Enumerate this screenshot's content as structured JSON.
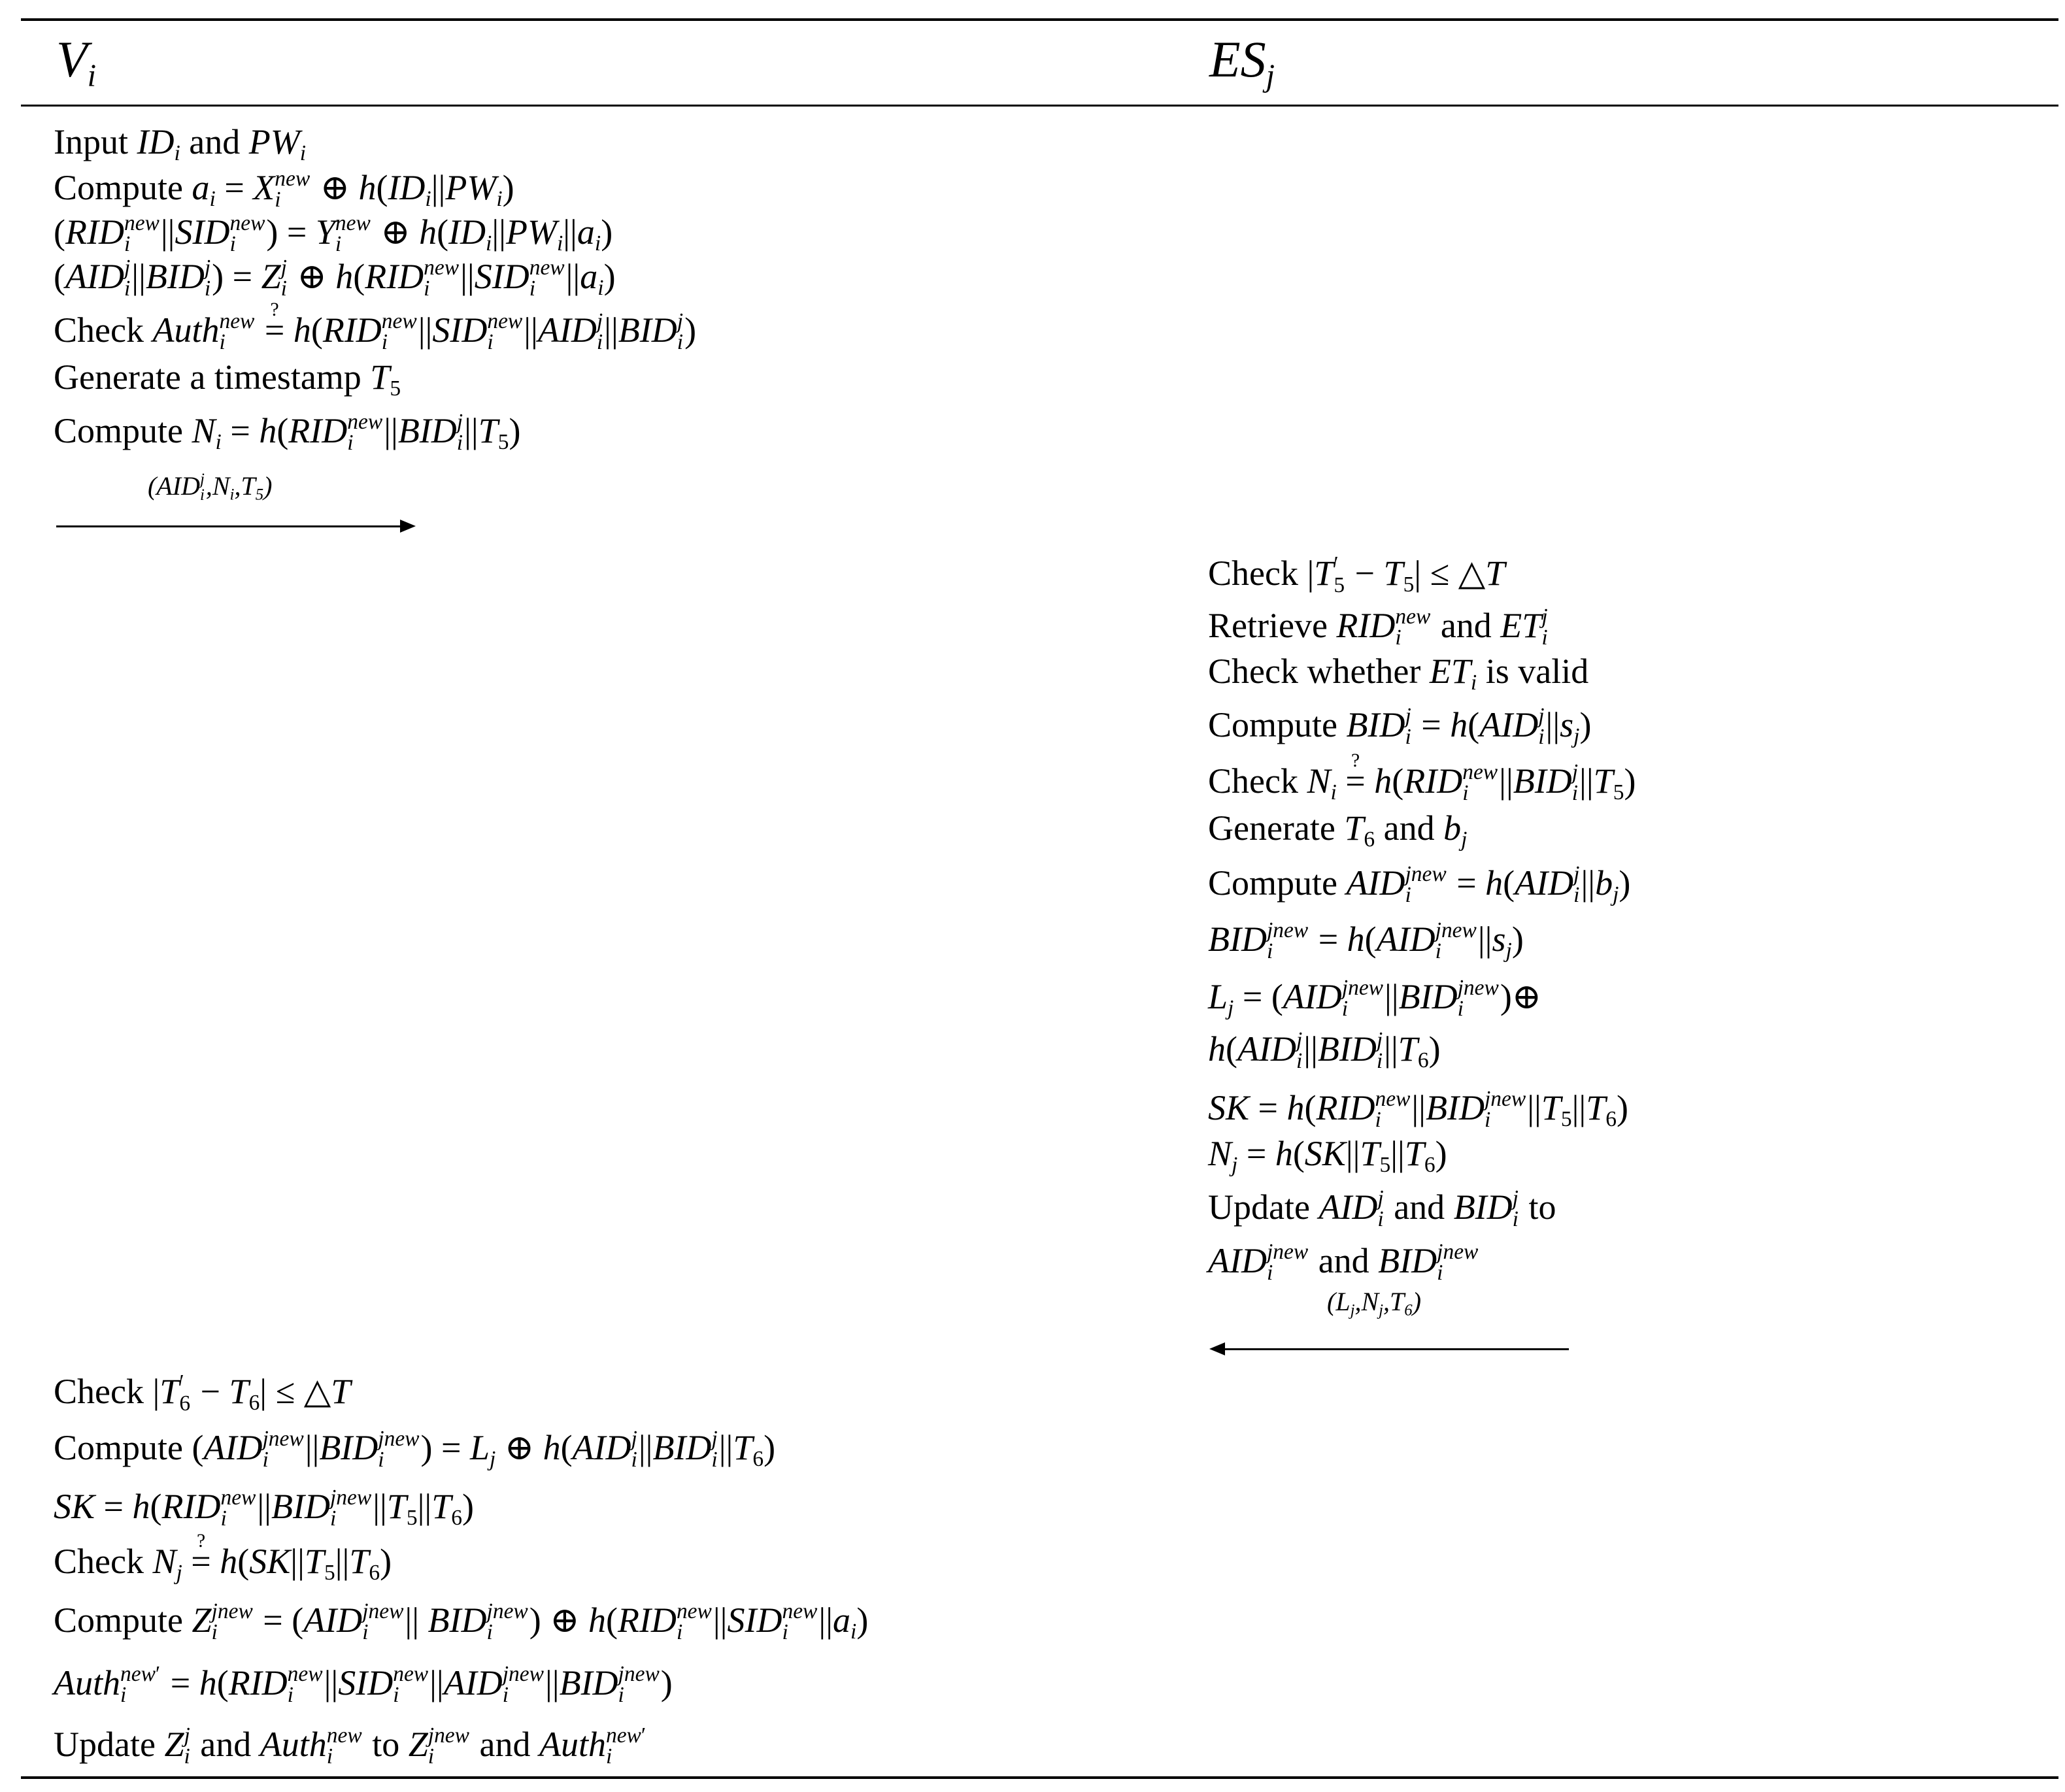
{
  "header": {
    "left_base": "V",
    "left_sub": "i",
    "right_base": "ES",
    "right_sub": "j"
  },
  "words": {
    "input": "Input",
    "and": "and",
    "compute": "Compute",
    "check": "Check",
    "generate_ts": "Generate a timestamp",
    "retrieve": "Retrieve",
    "check_whether": "Check whether",
    "is_valid": "is valid",
    "generate": "Generate",
    "update": "Update",
    "to": "to"
  },
  "arrows": [
    {
      "label": "(AID_i^j, N_i, T_5)",
      "direction": "right"
    },
    {
      "label": "(L_j, N_j, T_6)",
      "direction": "left"
    }
  ]
}
